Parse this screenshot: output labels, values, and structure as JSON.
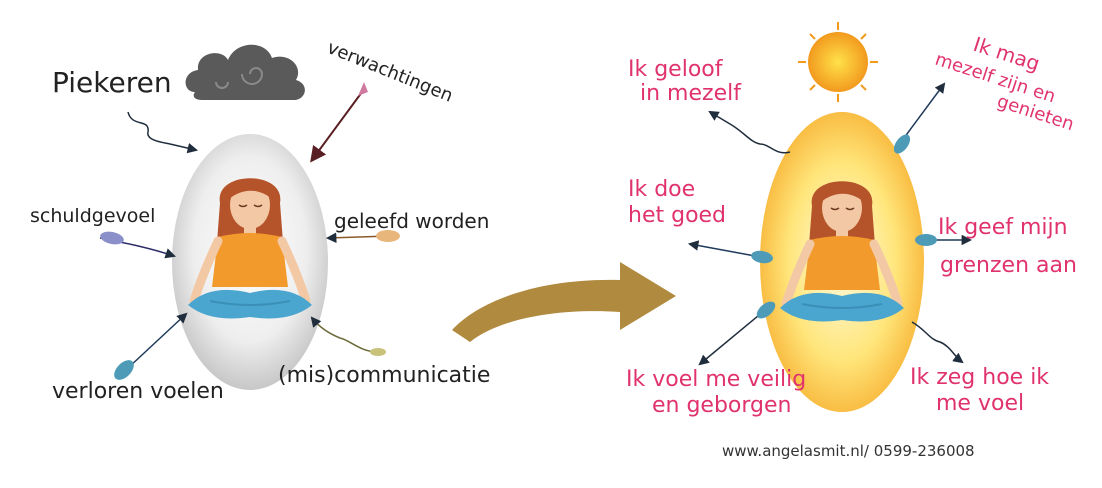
{
  "left": {
    "labels": {
      "piekeren": "Piekeren",
      "verwachtingen": "verwachtingen",
      "schuldgevoel": "schuldgevoel",
      "geleefd_worden": "geleefd worden",
      "verloren_voelen": "verloren voelen",
      "miscommunicatie": "(mis)communicatie"
    }
  },
  "right": {
    "labels": {
      "geloof_1": "Ik geloof",
      "geloof_2": "in mezelf",
      "mag_1": "Ik mag",
      "mag_2": "mezelf zijn en",
      "mag_3": "genieten",
      "doe_1": "Ik doe",
      "doe_2": "het goed",
      "geef_1": "Ik geef mijn",
      "geef_2": "grenzen aan",
      "veilig_1": "Ik voel me veilig",
      "veilig_2": "en geborgen",
      "zeg_1": "Ik zeg hoe ik",
      "zeg_2": "me voel"
    }
  },
  "footer": {
    "contact": "www.angelasmit.nl/ 0599-236008"
  },
  "colors": {
    "left_text": "#222222",
    "right_text": "#e0336e",
    "cloud": "#555555",
    "sun": "#f5a623",
    "big_arrow": "#b08a3e",
    "egg_left": "#e6e6e6",
    "egg_right": "#ffd24a"
  }
}
